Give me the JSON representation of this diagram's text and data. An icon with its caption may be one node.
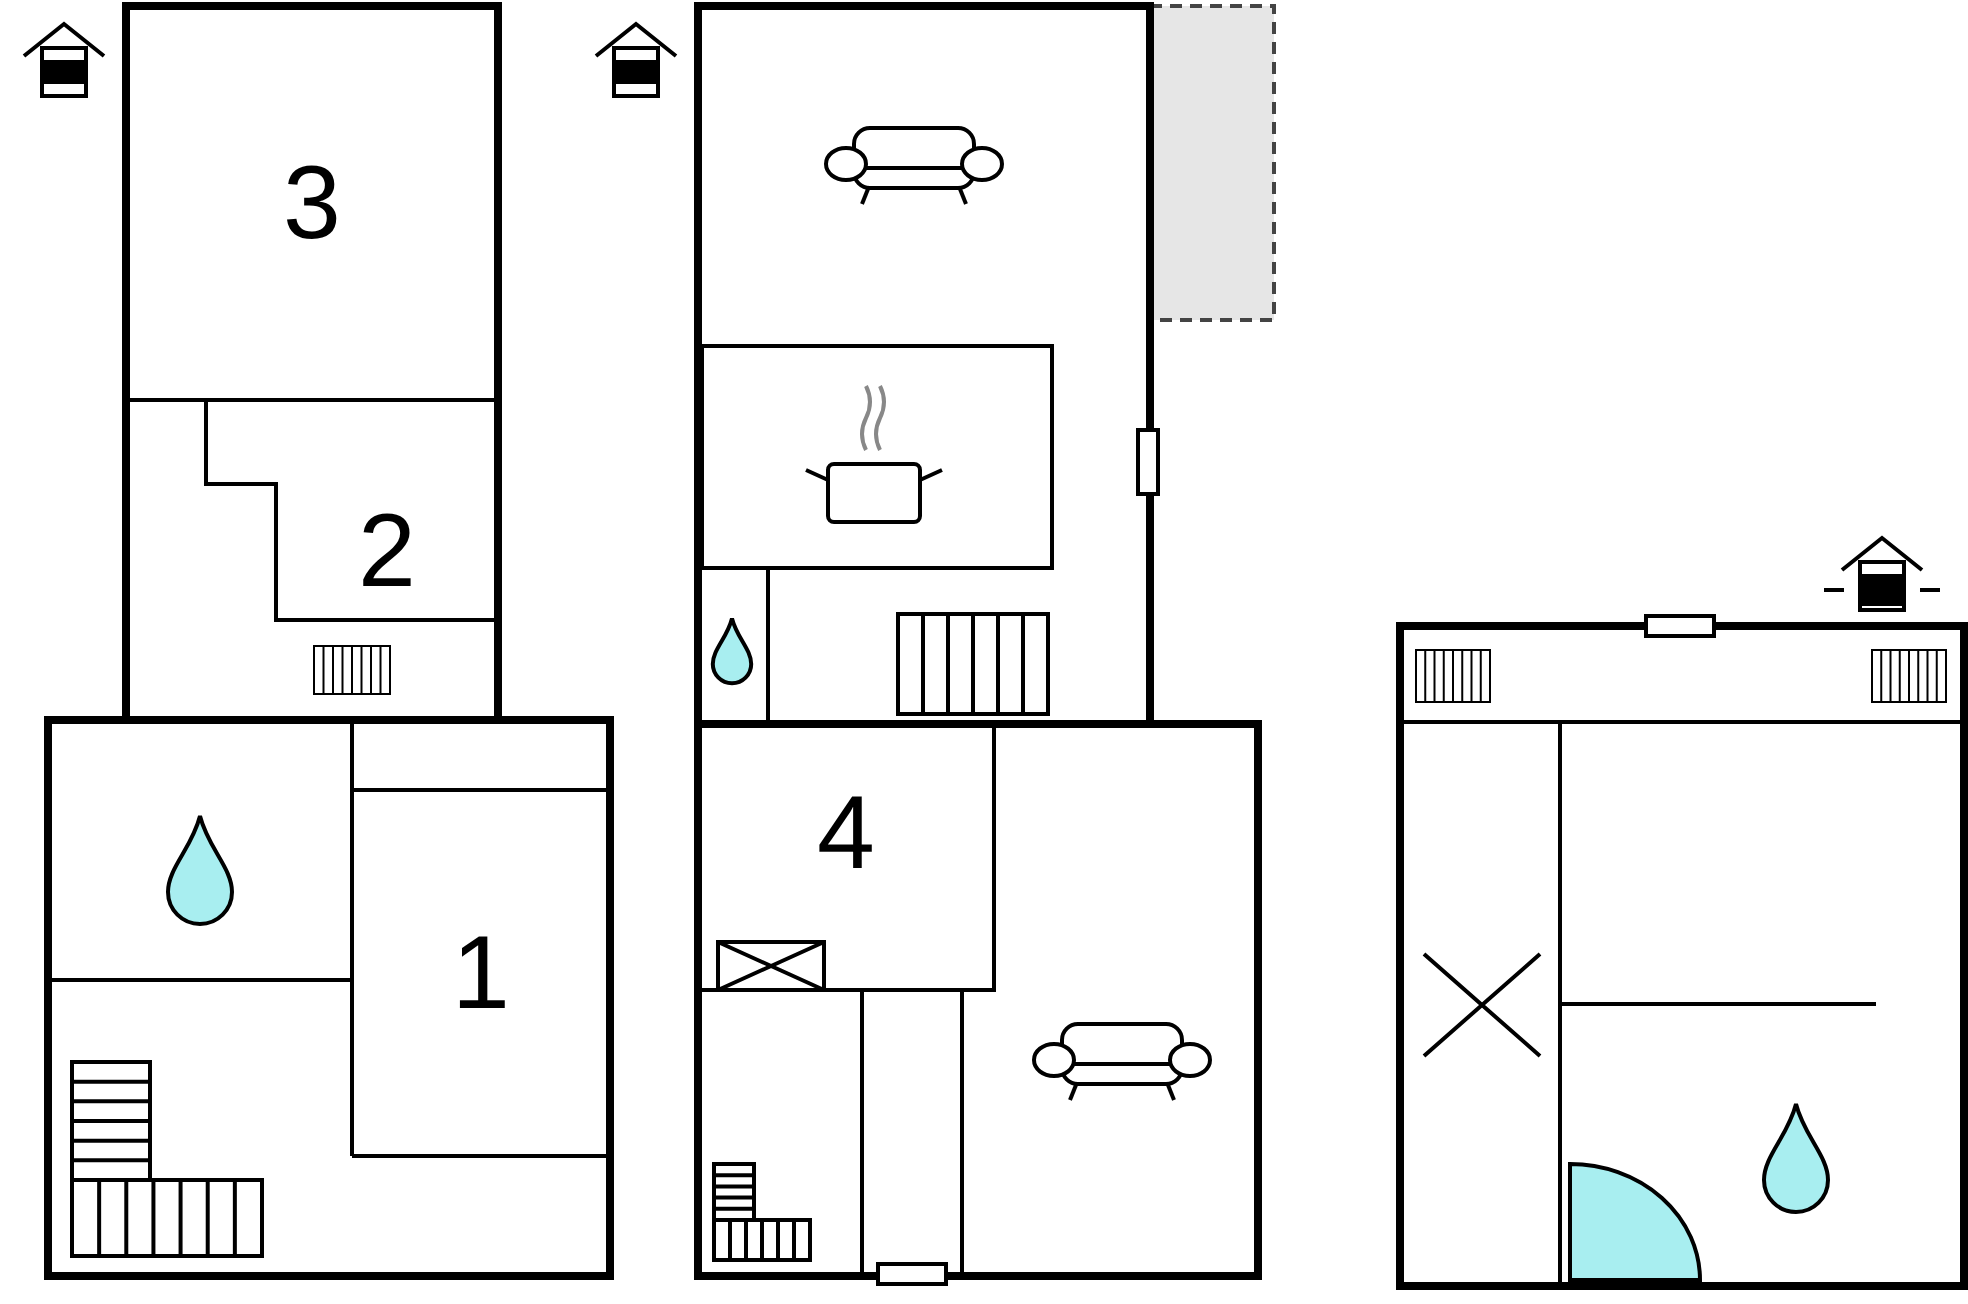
{
  "diagram": {
    "nodes": [
      {
        "text": [
          "3"
        ]
      },
      {
        "text": [
          "2"
        ]
      },
      {
        "text": [
          "1"
        ]
      },
      {
        "text": [
          "4"
        ]
      }
    ]
  }
}
